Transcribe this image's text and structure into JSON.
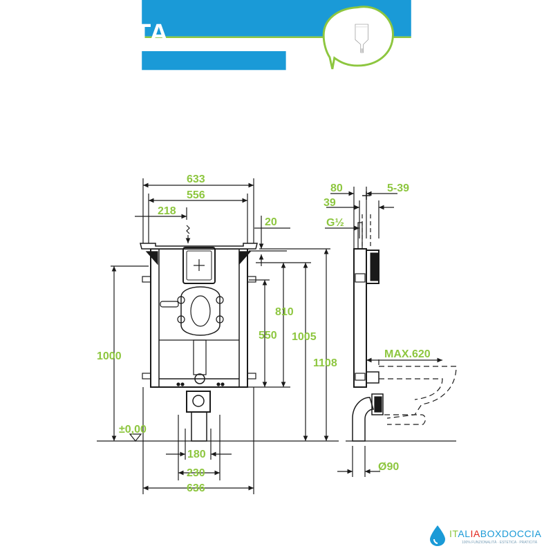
{
  "header": {
    "title": "CASSETTA"
  },
  "section": {
    "title": "SPECIFICHE TECNICHE"
  },
  "colors": {
    "blue": "#1a9ad7",
    "green": "#8dc63f",
    "dim_text": "#8dc63f",
    "line": "#1a1a1a"
  },
  "icons": {
    "cistern": "cistern-icon",
    "water_drop": "water-drop-icon"
  },
  "dimensions": {
    "front": {
      "w633": "633",
      "w556": "556",
      "w218": "218",
      "w20": "20",
      "h810": "810",
      "h550": "550",
      "h1005": "1005",
      "h1108": "1108",
      "h1000": "1000",
      "level": "±0,00",
      "w180": "180",
      "w230": "230",
      "w636": "636"
    },
    "side": {
      "d80": "80",
      "d5_39": "5-39",
      "d39": "39",
      "g_half": "G½",
      "max620": "MAX.620",
      "phi90": "Ø90"
    }
  },
  "logo": {
    "part1": "IT",
    "part2": "AL",
    "part3": "IA",
    "part4": "BOXDOCCIA",
    "tagline": "100% FUNZIONALITÀ · ESTETICA · PRATICITÀ"
  }
}
